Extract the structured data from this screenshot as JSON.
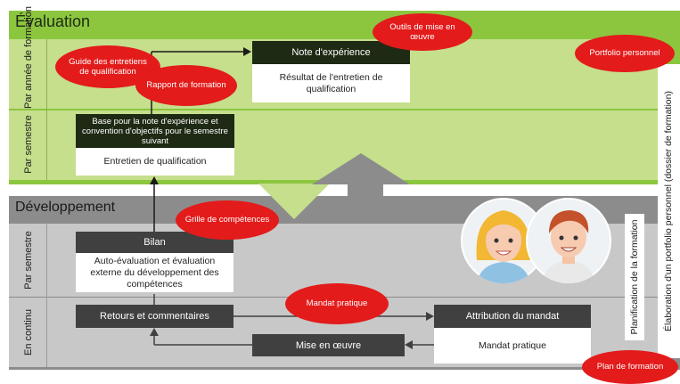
{
  "evaluation": {
    "title": "Évaluation",
    "row1_label": "Par année de formation",
    "row2_label": "Par semestre",
    "note_header": "Note d'expérience",
    "note_body": "Résultat de l'entretien de qualification",
    "base_header": "Base pour la note d'expérience et convention d'objectifs pour le semestre suivant",
    "base_body": "Entretien de qualification"
  },
  "developpement": {
    "title": "Développement",
    "row1_label": "Par semestre",
    "row2_label": "En continu",
    "bilan_header": "Bilan",
    "bilan_body": "Auto-évaluation et évaluation externe du développement des compétences",
    "retours": "Retours et commentaires",
    "mise": "Mise en œuvre",
    "attribution_header": "Attribution du mandat",
    "attribution_body": "Mandat pratique"
  },
  "bubbles": {
    "guide": "Guide des entretiens de qualification",
    "rapport": "Rapport de formation",
    "outils": "Outils de mise en œuvre",
    "portfolio": "Portfolio personnel",
    "grille": "Grille de compétences",
    "mandat": "Mandat pratique",
    "plan": "Plan de formation"
  },
  "side": {
    "planification": "Planification de la formation",
    "elaboration": "Élaboration d'un portfolio personnel (dossier de formation)"
  },
  "colors": {
    "green_header": "#8cc63f",
    "green_light": "#c5df8c",
    "gray_header": "#8c8c8c",
    "gray_light": "#c8c8c8",
    "red": "#e31b1b",
    "dark_box": "#404040",
    "dark_green_box": "#1e2a14"
  }
}
